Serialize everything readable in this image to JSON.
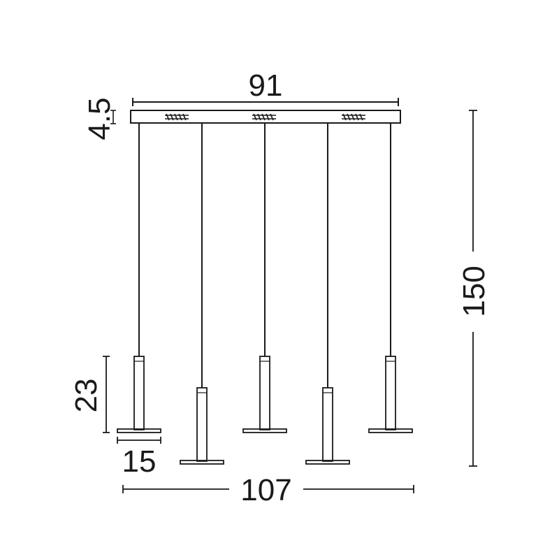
{
  "diagram": {
    "dimensions": {
      "canopy_length": "91",
      "canopy_height": "4.5",
      "total_height": "150",
      "shade_height": "23",
      "shade_diameter": "15",
      "total_width": "107"
    },
    "colors": {
      "line": "#1a1a1a",
      "background": "#ffffff"
    },
    "pendants": [
      {
        "id": "pendant-1"
      },
      {
        "id": "pendant-2"
      },
      {
        "id": "pendant-3"
      },
      {
        "id": "pendant-4"
      },
      {
        "id": "pendant-5"
      }
    ]
  }
}
